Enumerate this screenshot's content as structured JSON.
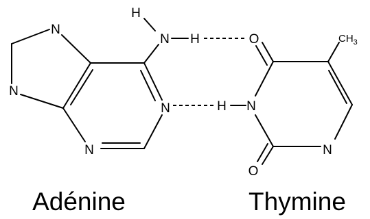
{
  "adenine": {
    "name": "Adénine",
    "atoms": {
      "n_top": "N",
      "n_left": "N",
      "n_right": "N",
      "n_bottom": "N",
      "n_amine": "N",
      "h_amine_top": "H",
      "h_amine_bond": "H"
    }
  },
  "thymine": {
    "name": "Thymine",
    "atoms": {
      "o_top": "O",
      "n_imide": "N",
      "h_imide": "H",
      "n_bottom": "N",
      "o_bottom": "O",
      "methyl": "CH3"
    }
  },
  "colors": {
    "bond": "#000000",
    "background": "#ffffff"
  }
}
